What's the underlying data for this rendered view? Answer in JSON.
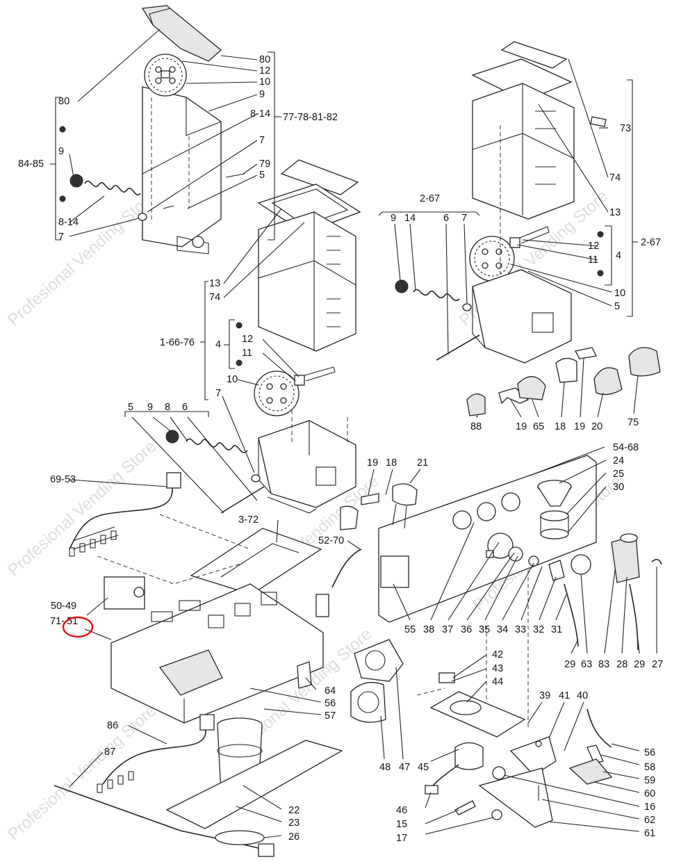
{
  "watermark": "Profesional Vending Store",
  "highlight_color": "#e01010",
  "labels": {
    "l80a": "80",
    "l80b": "80",
    "l12a": "12",
    "l10a": "10",
    "l9a": "9",
    "l814a": "8-14",
    "l77": "77-78-81-82",
    "l7a": "7",
    "l79": "79",
    "l5a": "5",
    "l8485": "84-85",
    "l9b": "9",
    "l814b": "8-14",
    "l7b": "7",
    "l13a": "13",
    "l74a": "74",
    "l1": "1-66-76",
    "l4a": "4",
    "l12b": "12",
    "l11b": "11",
    "l10b": "10",
    "l5b": "5",
    "l9c": "9",
    "l8c": "8",
    "l6c": "6",
    "l7c": "7",
    "l6953": "69-53",
    "l372": "3-72",
    "l5049": "50-49",
    "l71": "71-",
    "l51": "51",
    "l73": "73",
    "l74b": "74",
    "l13b": "13",
    "l267a": "2-67",
    "l267b": "2-67",
    "l9d": "9",
    "l14d": "14",
    "l6d": "6",
    "l7d": "7",
    "l12d": "12",
    "l11d": "11",
    "l4d": "4",
    "l10d": "10",
    "l5d": "5",
    "l88": "88",
    "l19a": "19",
    "l65": "65",
    "l18a": "18",
    "l19b": "19",
    "l20": "20",
    "l75": "75",
    "l19c": "19",
    "l18c": "18",
    "l21": "21",
    "l5470": "52-70",
    "l5468": "54-68",
    "l24": "24",
    "l25": "25",
    "l30": "30",
    "b55": "55",
    "b38": "38",
    "b37": "37",
    "b36": "36",
    "b35": "35",
    "b34": "34",
    "b33": "33",
    "b32": "32",
    "b31": "31",
    "r29a": "29",
    "r63": "63",
    "r83": "83",
    "r28": "28",
    "r29b": "29",
    "r27": "27",
    "l64": "64",
    "l56a": "56",
    "l57": "57",
    "l42": "42",
    "l43": "43",
    "l44": "44",
    "l39": "39",
    "l41": "41",
    "l40": "40",
    "l48": "48",
    "l47": "47",
    "l86": "86",
    "l87": "87",
    "l45": "45",
    "l46": "46",
    "l15": "15",
    "l17": "17",
    "l22": "22",
    "l23": "23",
    "l26": "26",
    "l56b": "56",
    "l58": "58",
    "l59": "59",
    "l60": "60",
    "l16": "16",
    "l62": "62",
    "l61": "61"
  }
}
